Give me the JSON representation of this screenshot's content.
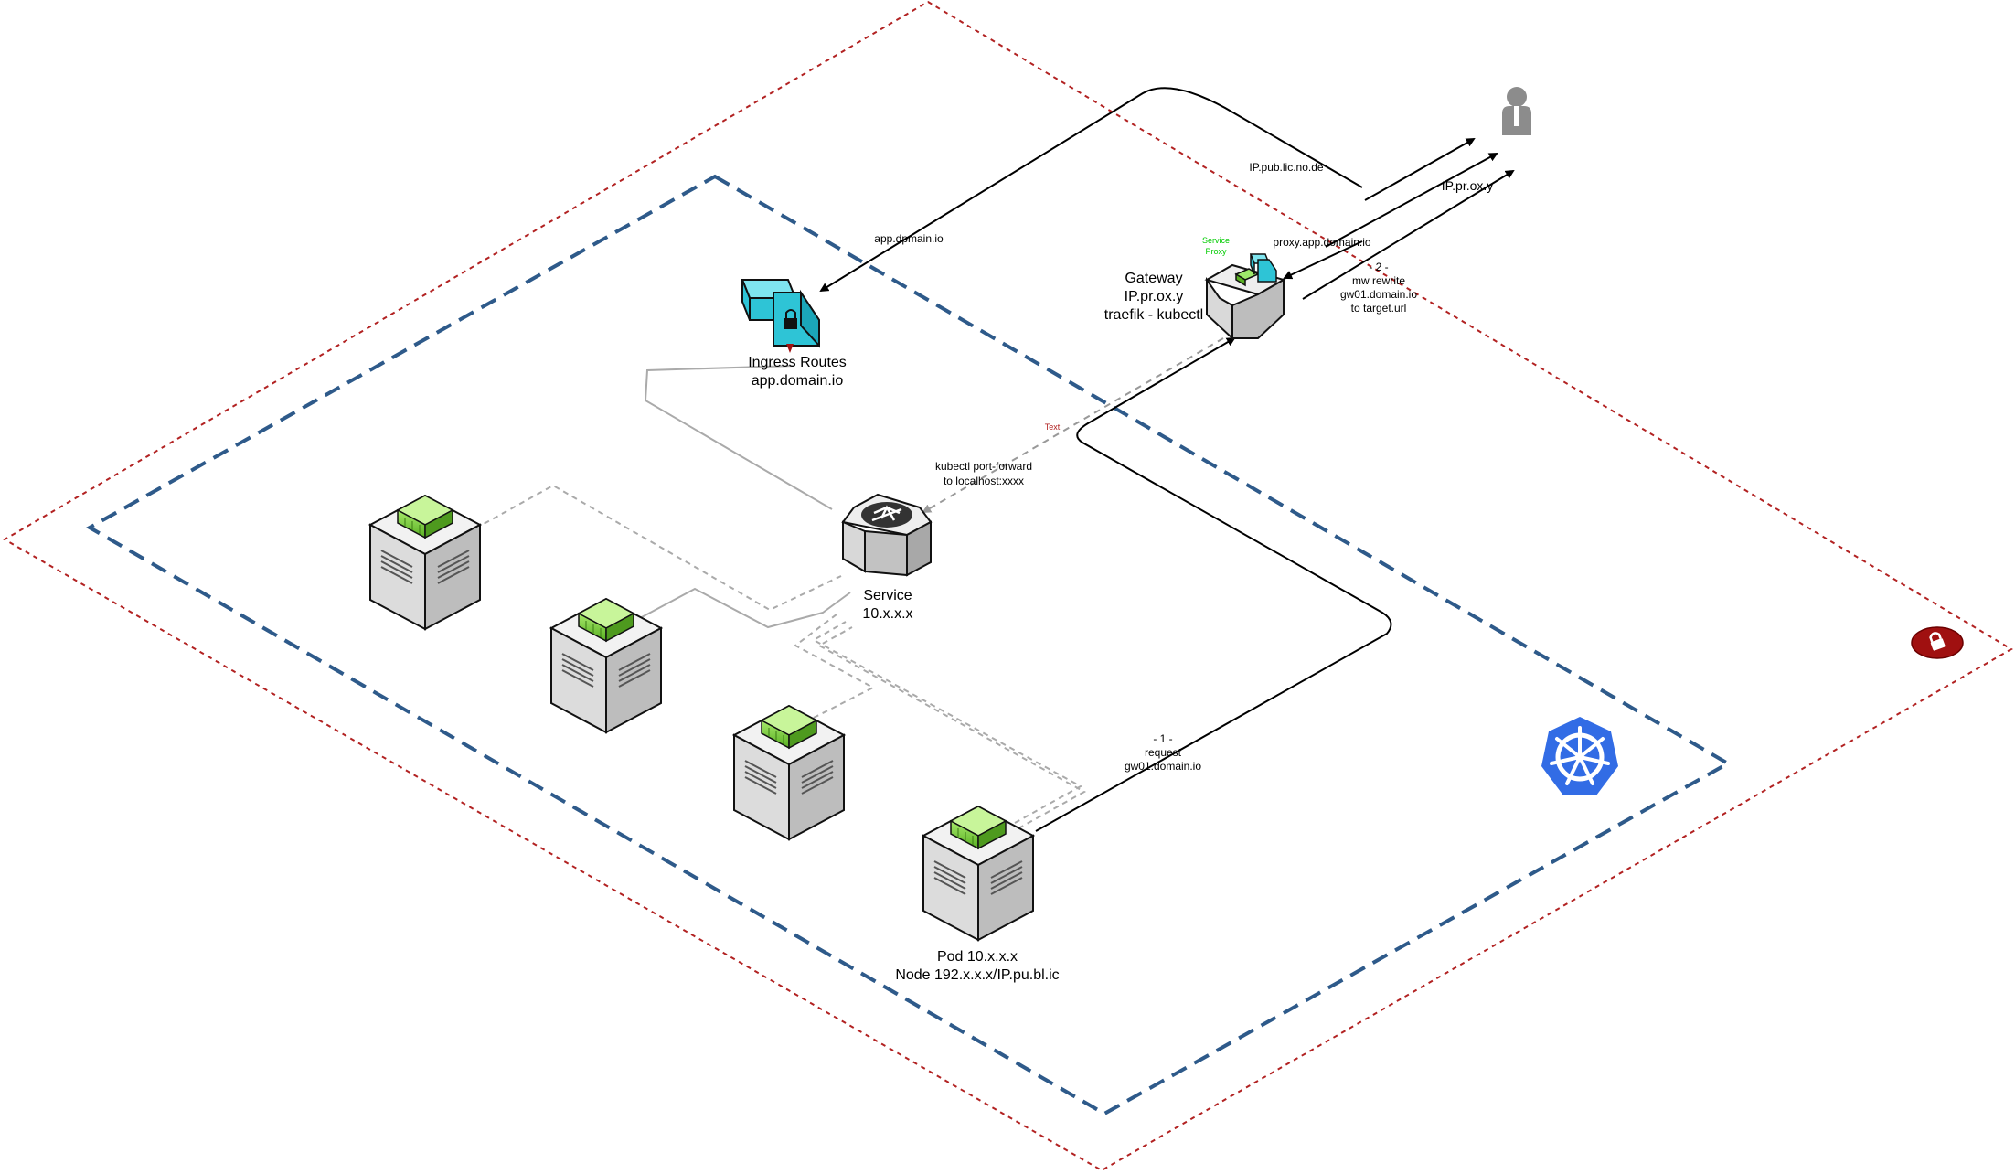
{
  "labels": {
    "ingress_line1": "Ingress Routes",
    "ingress_line2": "app.domain.io",
    "service_line1": "Service",
    "service_line2": "10.x.x.x",
    "gateway_line1": "Gateway",
    "gateway_line2": "IP.pr.ox.y",
    "gateway_line3": "traefik - kubectl",
    "pod_line1": "Pod 10.x.x.x",
    "pod_line2": "Node 192.x.x.x/IP.pu.bl.ic",
    "service_proxy_line1": "Service",
    "service_proxy_line2": "Proxy"
  },
  "edge_labels": {
    "app_dpmain": "app.dpmain.io",
    "ip_public_node": "IP.pub.lic.no.de",
    "ip_proxy": "IP.pr.ox.y",
    "proxy_app_domain": "proxy.app.domain.io",
    "step2_line1": "- 2 -",
    "step2_line2": "mw rewrite",
    "step2_line3": "gw01.domain.io",
    "step2_line4": "to target.url",
    "port_forward_line1": "kubectl port-forward",
    "port_forward_line2": "to localhost:xxxx",
    "text_label": "Text",
    "step1_line1": "- 1 -",
    "step1_line2": "request",
    "step1_line3": "gw01.domain.io"
  },
  "icons": {
    "user": "user-icon",
    "kubernetes": "kubernetes-icon",
    "lock_badge": "lock-badge-icon",
    "ingress": "ingress-routes-icon",
    "service": "service-icon",
    "gateway": "gateway-icon",
    "pod": "pod-server-icon"
  },
  "colors": {
    "outer_boundary": "#b22222",
    "cluster_boundary": "#2e5a8a",
    "kubernetes_blue": "#326ce5",
    "pod_green": "#7fd13b",
    "ingress_cyan": "#2ec4d6",
    "lock_red": "#a01010",
    "service_proxy_green": "#00cc00",
    "text_red": "#b22222",
    "connector_gray": "#aaaaaa",
    "dashed_gray": "#aaaaaa",
    "arrow_black": "#000000"
  }
}
